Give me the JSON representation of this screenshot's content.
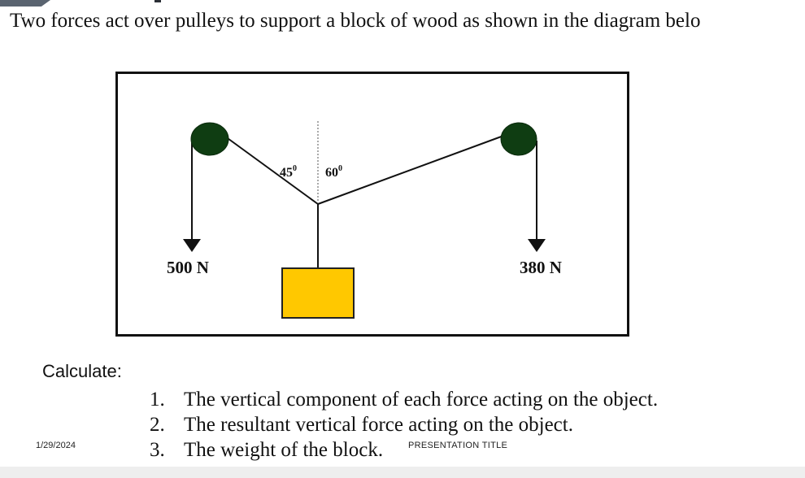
{
  "heading": "Two forces act over pulleys to support a block of wood as shown in the diagram belo",
  "diagram": {
    "left_force": "500 N",
    "right_force": "380 N",
    "left_angle": "45",
    "right_angle": "60",
    "degree_symbol": "0",
    "colors": {
      "pulley": "#0f3d12",
      "block": "#ffc800",
      "block_border": "#222222",
      "rope": "#111111"
    }
  },
  "calculate_label": "Calculate:",
  "tasks": [
    {
      "num": "1.",
      "text": "The vertical component of each force acting on the object."
    },
    {
      "num": "2.",
      "text": "The resultant vertical force acting on the object."
    },
    {
      "num": "3.",
      "text": "The weight of the block."
    }
  ],
  "footer": {
    "date": "1/29/2024",
    "title": "PRESENTATION TITLE"
  }
}
